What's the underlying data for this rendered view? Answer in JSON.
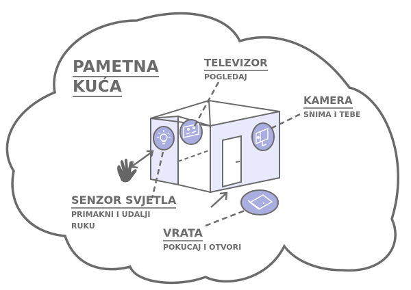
{
  "title": {
    "line1": "PAMETNA",
    "line2": "KUĆA"
  },
  "features": [
    {
      "id": "televizor",
      "heading": "TELEVIZOR",
      "subtitle": [
        "POGLEDAJ"
      ],
      "icon": "tv-video-call-icon"
    },
    {
      "id": "kamera",
      "heading": "KAMERA",
      "subtitle": [
        "SNIMA I TEBE"
      ],
      "icon": "camera-icon"
    },
    {
      "id": "senzor",
      "heading": "SENZOR SVJETLA",
      "subtitle": [
        "PRIMAKNI I UDALJI",
        "RUKU"
      ],
      "icon": "lightbulb-icon"
    },
    {
      "id": "vrata",
      "heading": "VRATA",
      "subtitle": [
        "POKUCAJ I OTVORI"
      ],
      "icon": "door-icon"
    }
  ],
  "colors": {
    "outline": "#6b6b6b",
    "text": "#6b6b6b",
    "wall_fill": "#e8e9fb",
    "icon_fill": "#a9addf",
    "background": "#ffffff"
  }
}
